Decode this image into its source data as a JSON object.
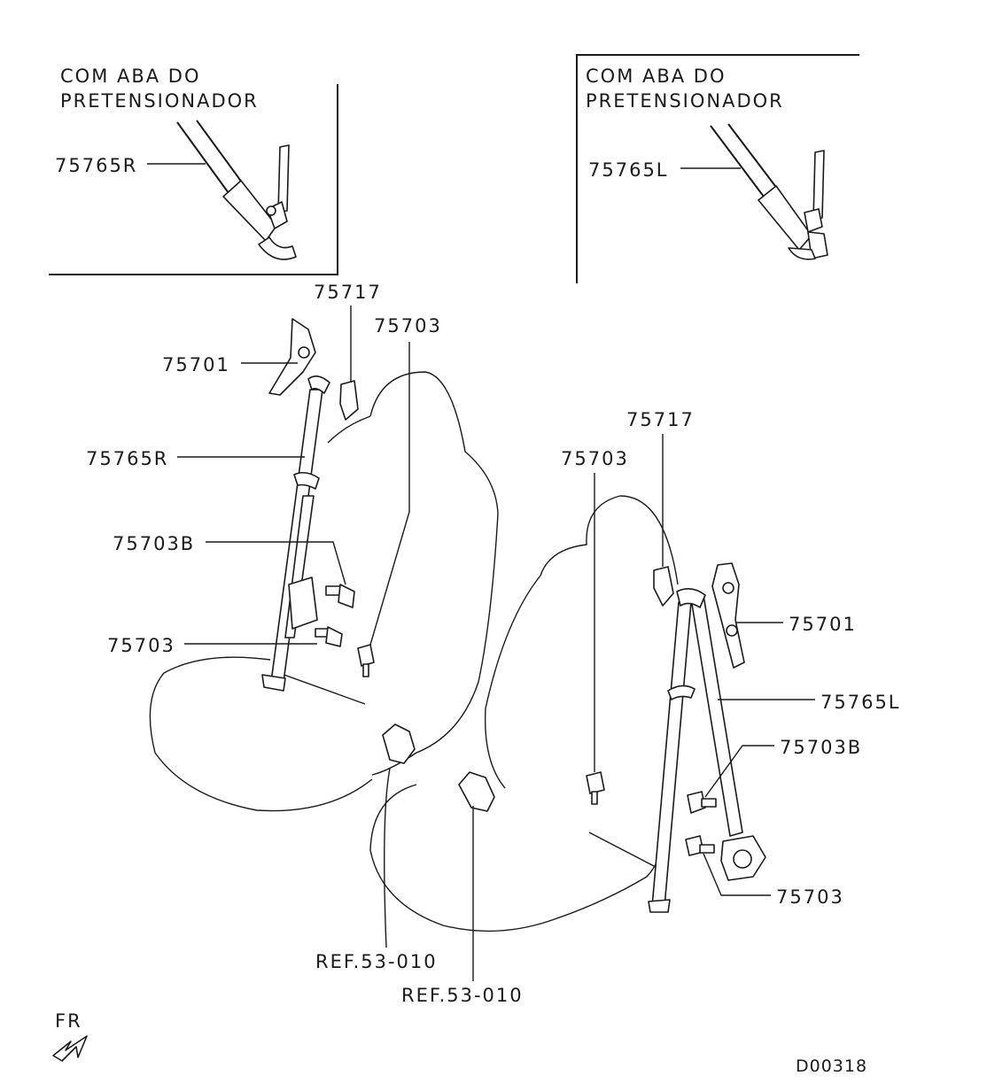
{
  "insets": {
    "left": {
      "caption_line1": "COM ABA DO",
      "caption_line2": "PRETENSIONADOR",
      "part": "75765R"
    },
    "right": {
      "caption_line1": "COM ABA DO",
      "caption_line2": "PRETENSIONADOR",
      "part": "75765L"
    }
  },
  "callouts": {
    "left_75717": "75717",
    "left_75703_top": "75703",
    "left_75701": "75701",
    "left_75765R": "75765R",
    "left_75703B": "75703B",
    "left_75703_bottom": "75703",
    "right_75717": "75717",
    "right_75703_top": "75703",
    "right_75701": "75701",
    "right_75765L": "75765L",
    "right_75703B": "75703B",
    "right_75703_bottom": "75703",
    "ref_left": "REF.53-010",
    "ref_right": "REF.53-010"
  },
  "direction": "FR",
  "drawing_code": "D00318"
}
